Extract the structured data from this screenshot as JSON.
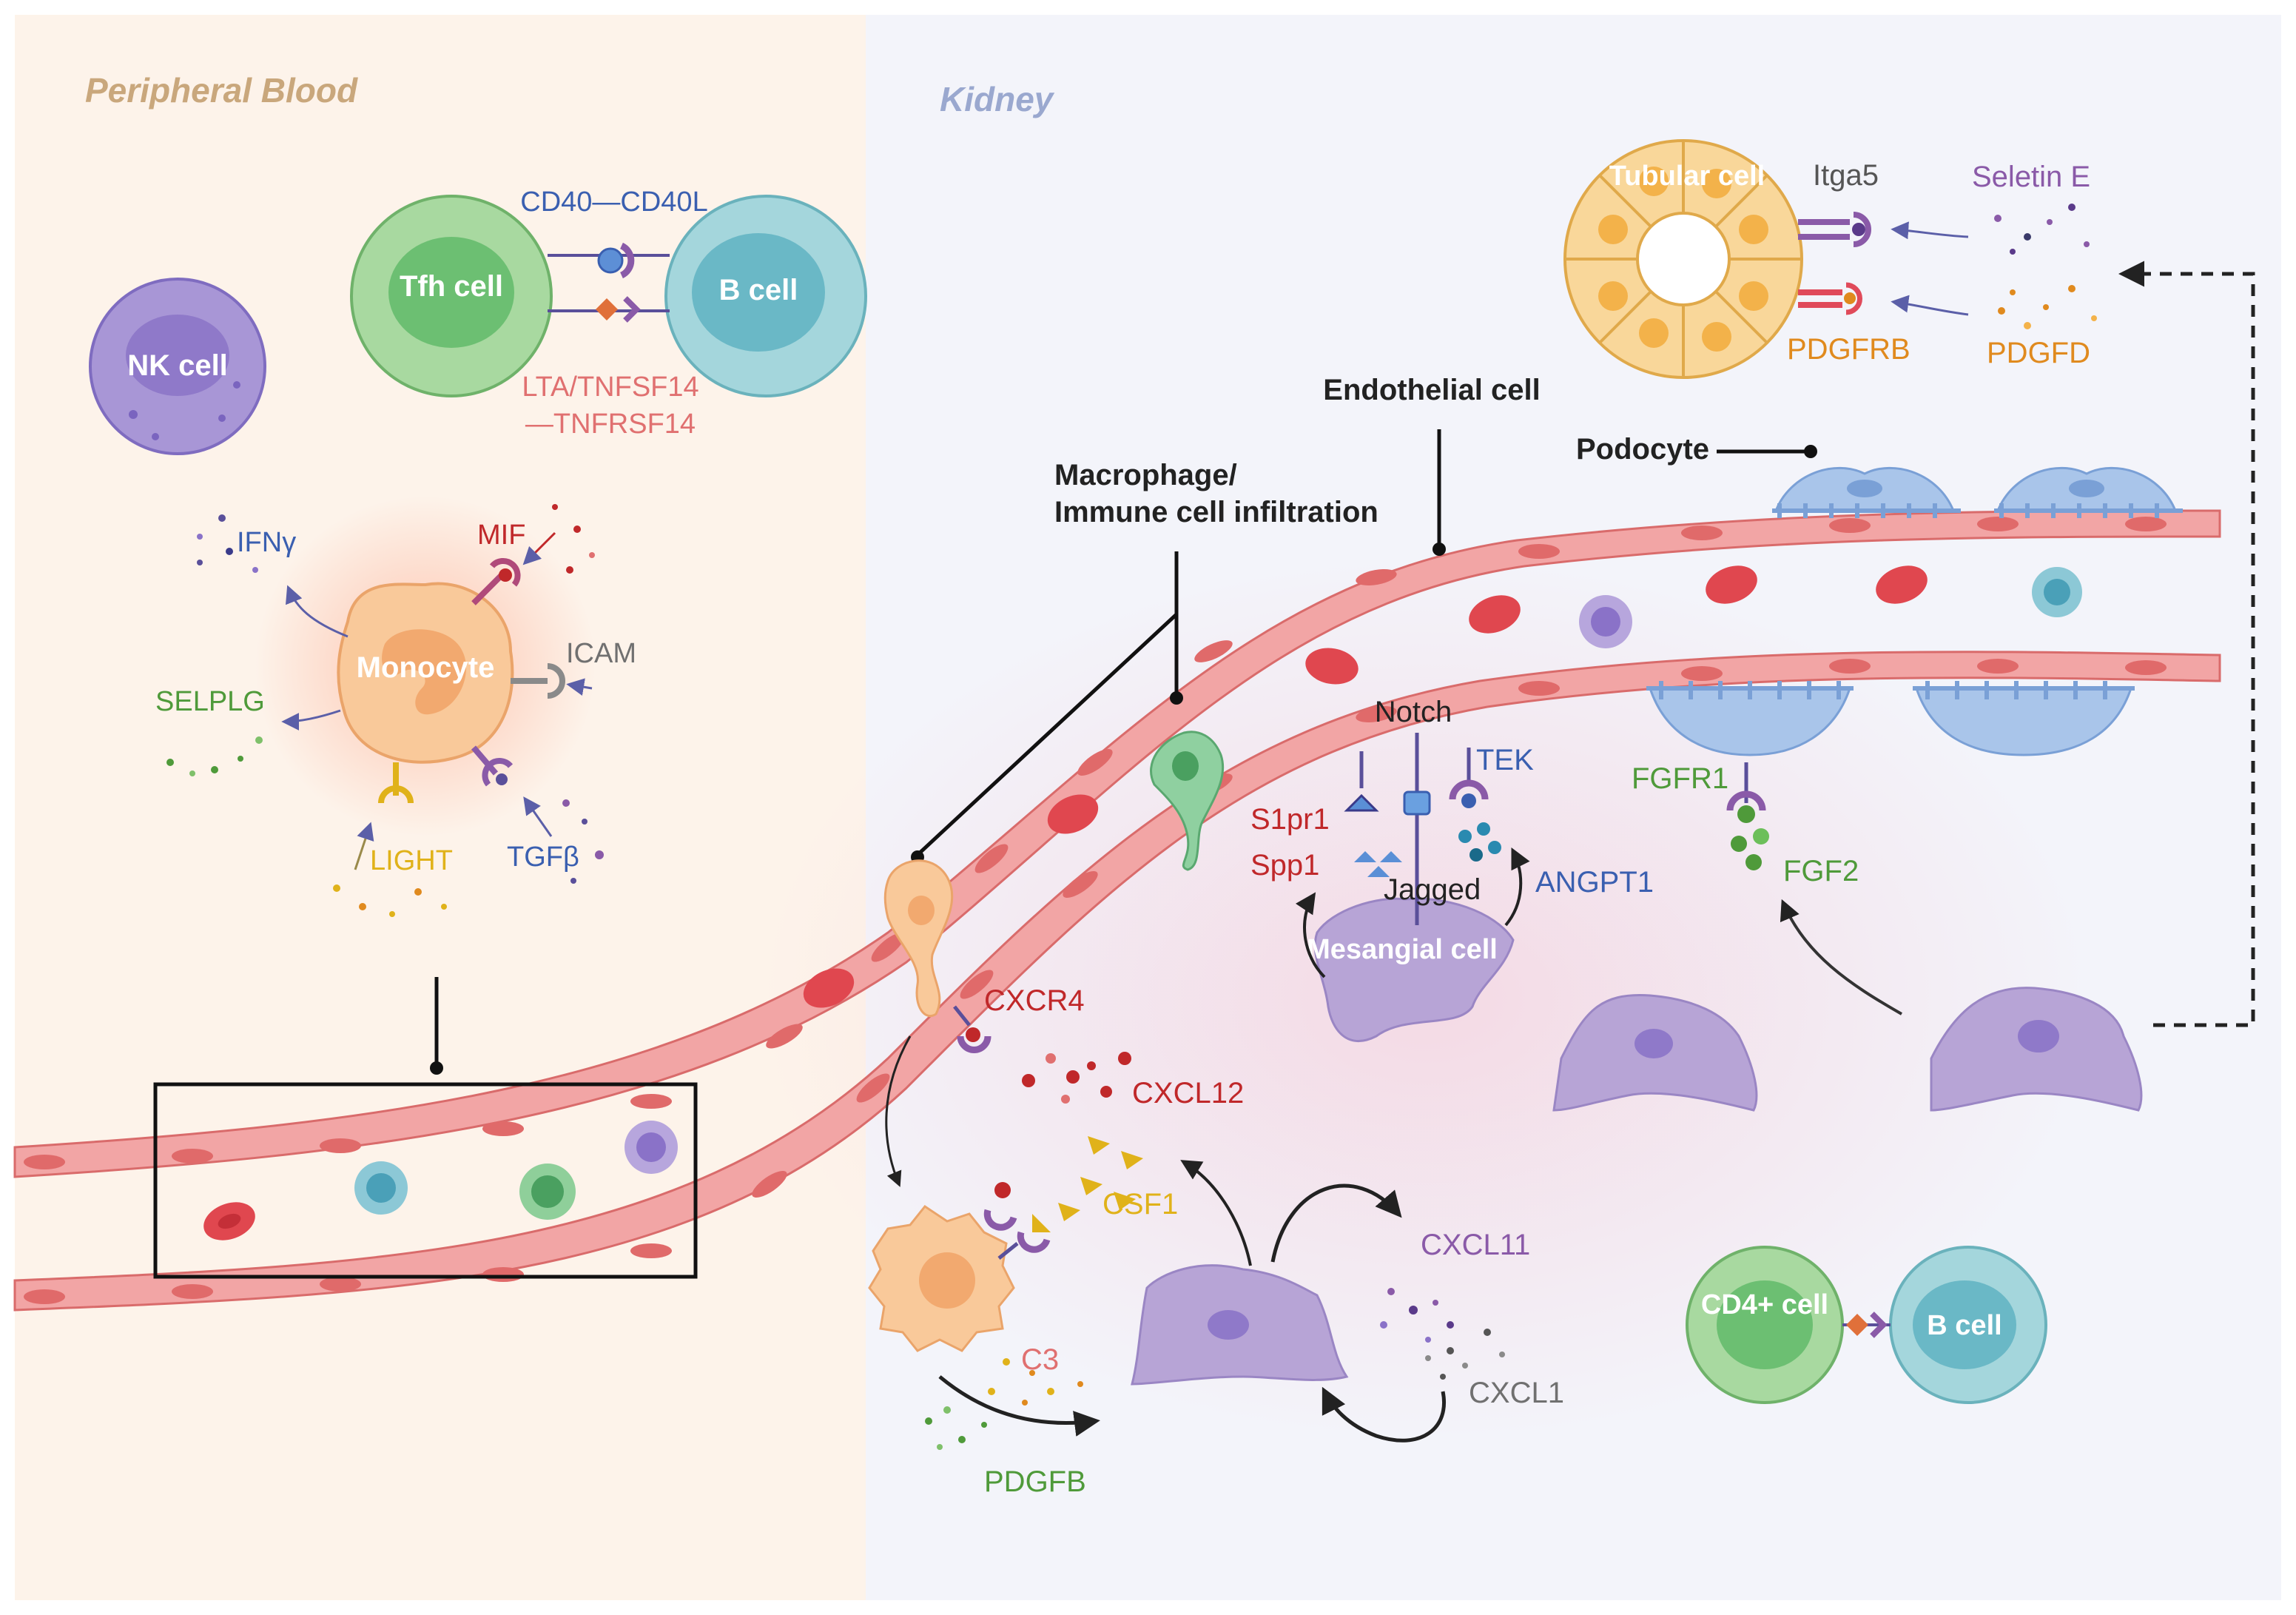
{
  "regions": {
    "blood": "Peripheral Blood",
    "kidney": "Kidney"
  },
  "cells": {
    "nk": "NK cell",
    "tfh": "Tfh cell",
    "b_cell_top": "B cell",
    "monocyte": "Monocyte",
    "tubular": "Tubular cell",
    "mesangial": "Mesangial cell",
    "cd4": "CD4+ cell",
    "b_cell_bottom": "B cell"
  },
  "labels": {
    "endothelial": "Endothelial cell",
    "podocyte": "Podocyte",
    "macrophage_line1": "Macrophage/",
    "macrophage_line2": "Immune cell infiltration"
  },
  "molecules": {
    "cd40": "CD40—CD40L",
    "lta_line1": "LTA/TNFSF14",
    "lta_line2": "—TNFRSF14",
    "ifng": "IFNγ",
    "mif": "MIF",
    "icam": "ICAM",
    "selplg": "SELPLG",
    "light": "LIGHT",
    "tgfb": "TGFβ",
    "itga5": "Itga5",
    "seletin": "Seletin E",
    "pdgfrb": "PDGFRB",
    "pdgfd": "PDGFD",
    "notch": "Notch",
    "tek": "TEK",
    "s1pr1": "S1pr1",
    "spp1": "Spp1",
    "jagged": "Jagged",
    "angpt1": "ANGPT1",
    "fgfr1": "FGFR1",
    "fgf2": "FGF2",
    "cxcr4": "CXCR4",
    "cxcl12": "CXCL12",
    "csf1": "CSF1",
    "c3": "C3",
    "pdgfb": "PDGFB",
    "cxcl11": "CXCL11",
    "cxcl1": "CXCL1"
  },
  "colors": {
    "blood_bg": "#fdf3ea",
    "kidney_bg": "#f2f3fa",
    "blood_title": "#c9a77c",
    "kidney_title": "#9aa8cf",
    "vessel": "#f2a5a5",
    "vessel_edge": "#d96b6b",
    "rbc": "#e0474f",
    "blue_text": "#3a5fb0",
    "red_text": "#c0282a",
    "green_text": "#4f9a3a",
    "orange_text": "#e08a1e",
    "purple_text": "#8a5aa8",
    "gray_text": "#707070",
    "yellow_text": "#e0b21a",
    "pink_text": "#e07070"
  }
}
